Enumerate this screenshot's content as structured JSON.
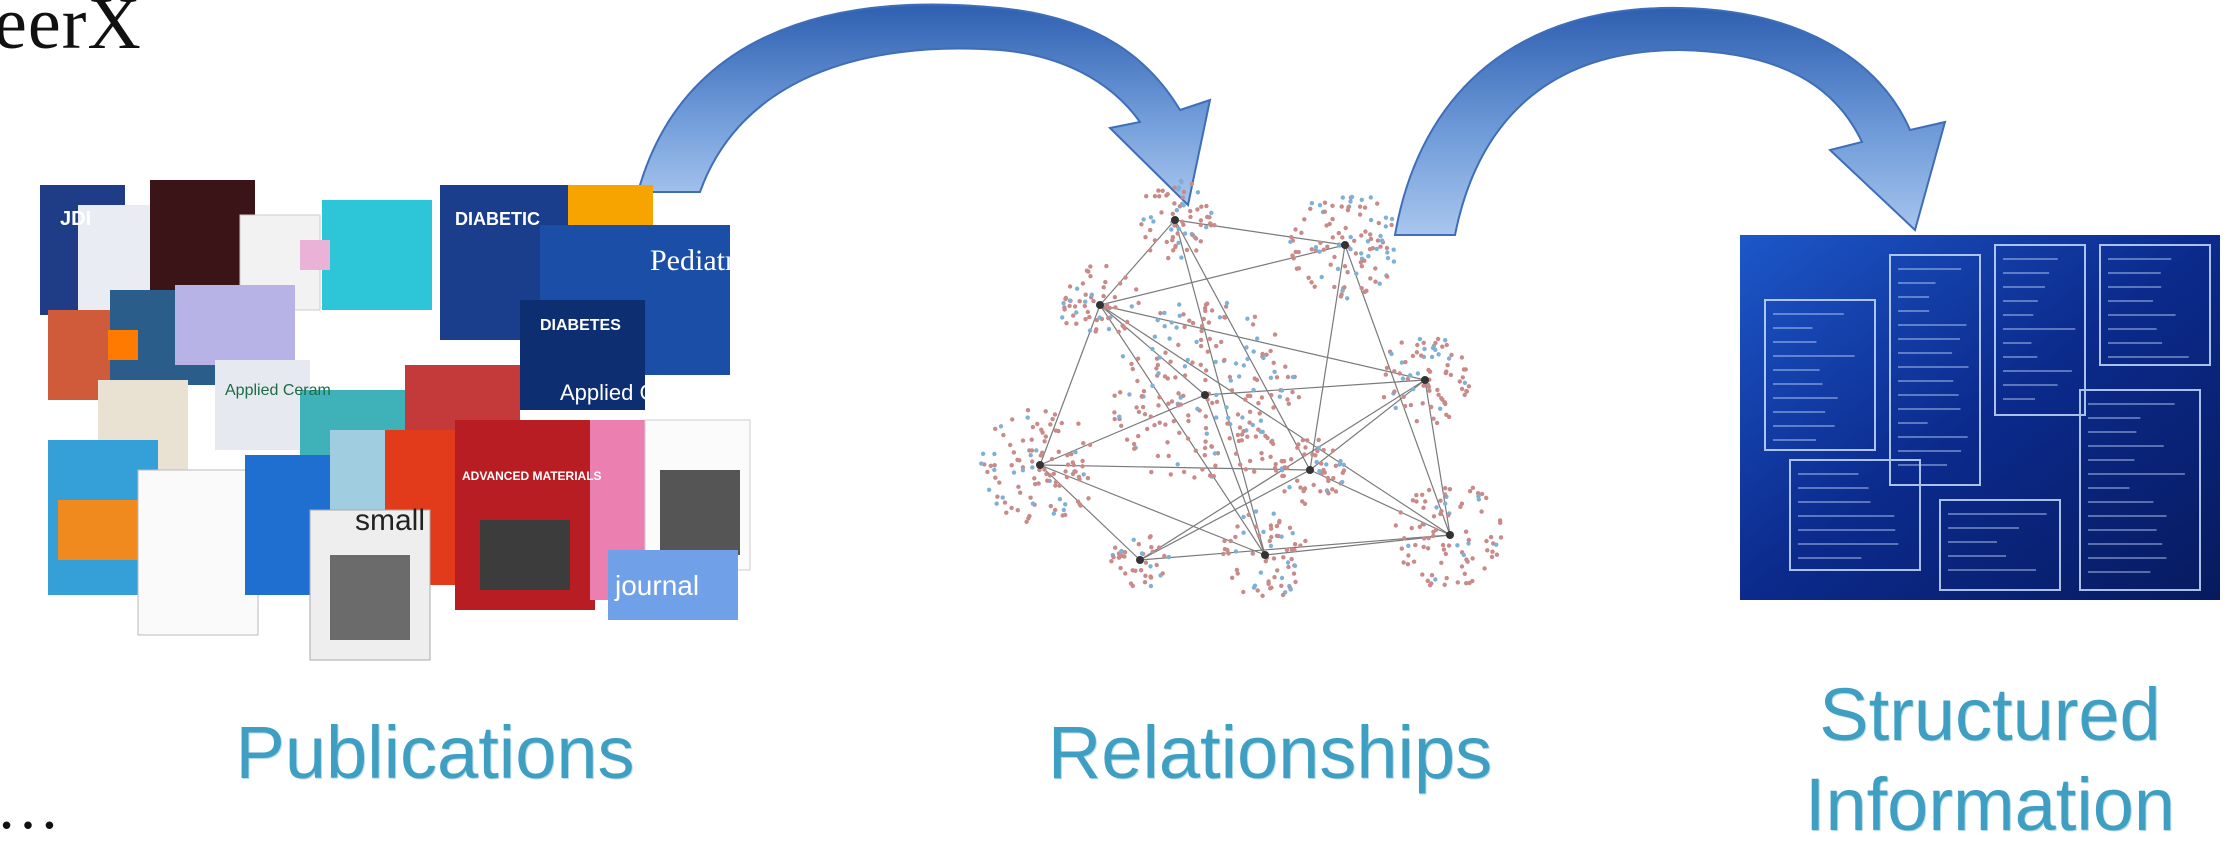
{
  "header": {
    "title_fragment": "eerX"
  },
  "footer": {
    "ellipsis": "…"
  },
  "steps": [
    {
      "label": "Publications"
    },
    {
      "label": "Relationships"
    },
    {
      "label": "Structured\nInformation"
    }
  ],
  "journal_covers": {
    "items": [
      "JDI",
      "DIABETIC",
      "Pediatric Diabetes",
      "DIABETES",
      "Applied Ceram",
      "Applied Glass",
      "ADVANCED MATERIALS",
      "small",
      "journal"
    ]
  },
  "colors": {
    "caption": "#3f9fc2",
    "arrow": "#4f7fc8",
    "database_bg": "#0d2a88",
    "network_node": "#c98a8a",
    "network_edge": "#7a7a7a"
  }
}
